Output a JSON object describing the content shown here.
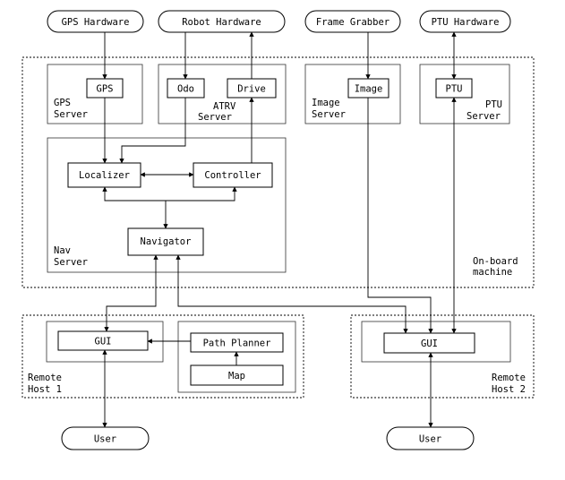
{
  "hardware": {
    "gps": "GPS Hardware",
    "robot": "Robot Hardware",
    "frame": "Frame Grabber",
    "ptu": "PTU Hardware"
  },
  "onboard": {
    "label_line1": "On-board",
    "label_line2": "machine",
    "gps_server": {
      "module": "GPS",
      "label_line1": "GPS",
      "label_line2": "Server"
    },
    "atrv_server": {
      "odo": "Odo",
      "drive": "Drive",
      "label_line1": "ATRV",
      "label_line2": "Server"
    },
    "image_server": {
      "module": "Image",
      "label_line1": "Image",
      "label_line2": "Server"
    },
    "ptu_server": {
      "module": "PTU",
      "label_line1": "PTU",
      "label_line2": "Server"
    },
    "nav_server": {
      "localizer": "Localizer",
      "controller": "Controller",
      "navigator": "Navigator",
      "label_line1": "Nav",
      "label_line2": "Server"
    }
  },
  "remote1": {
    "gui": "GUI",
    "path_planner": "Path Planner",
    "map": "Map",
    "label_line1": "Remote",
    "label_line2": "Host 1"
  },
  "remote2": {
    "gui": "GUI",
    "label_line1": "Remote",
    "label_line2": "Host 2"
  },
  "users": {
    "user1": "User",
    "user2": "User"
  }
}
